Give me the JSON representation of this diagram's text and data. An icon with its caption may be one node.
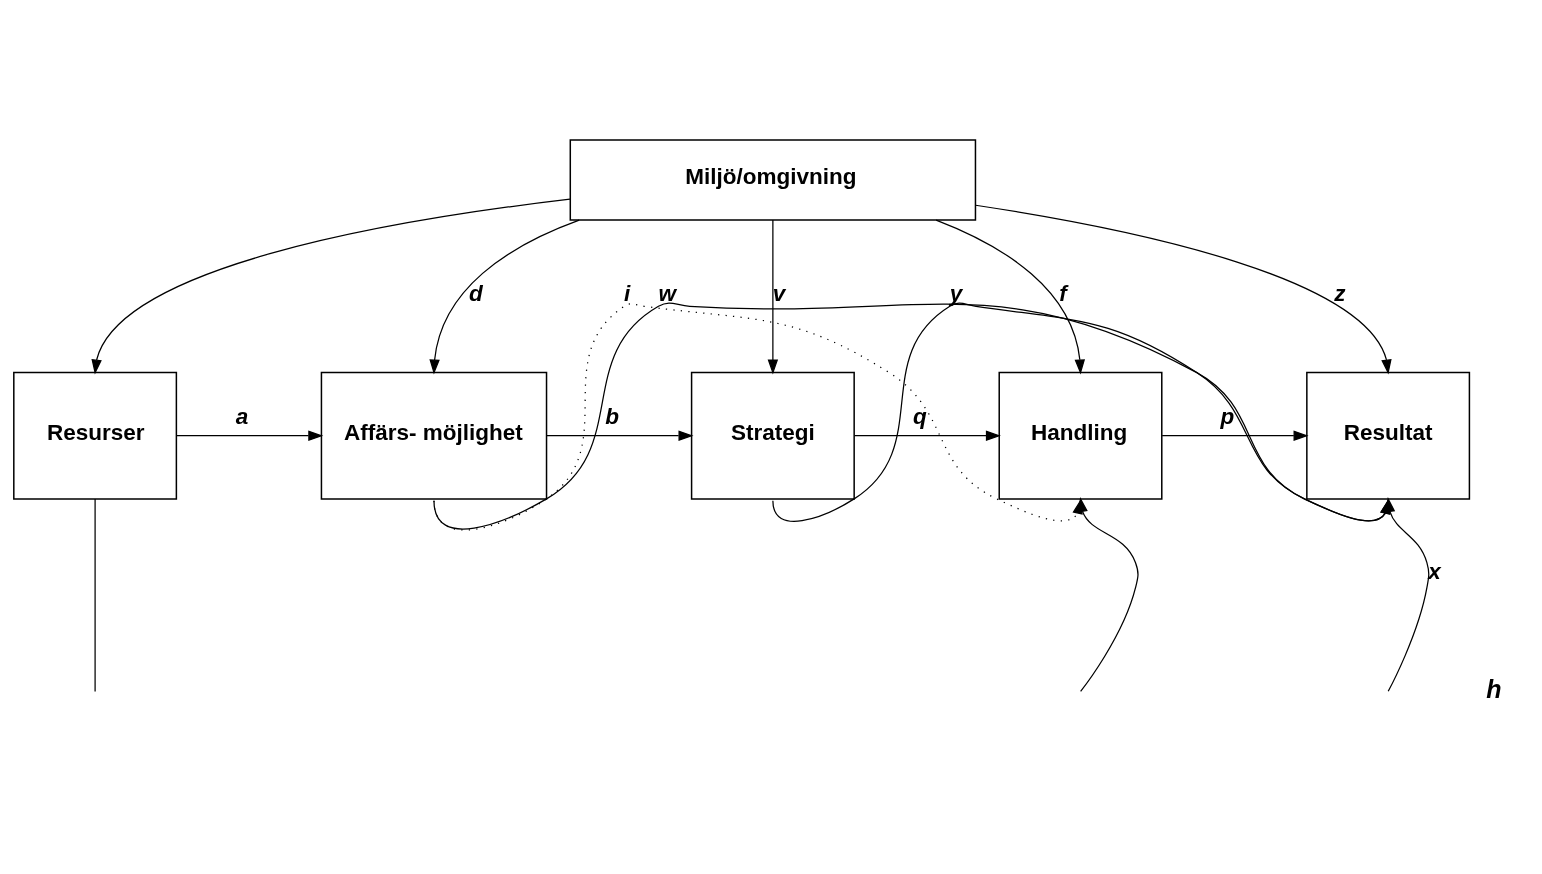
{
  "diagram": {
    "nodes": [
      {
        "text": [
          "Miljö/omgivning"
        ]
      },
      {
        "text": [
          "Resurser"
        ]
      },
      {
        "text": [
          "Affärs- möjlighet"
        ]
      },
      {
        "text": [
          "Strategi"
        ]
      },
      {
        "text": [
          "Handling"
        ]
      },
      {
        "text": [
          "Resultat"
        ]
      }
    ],
    "edges": [
      {
        "from": 0,
        "to": 1,
        "arrow": "to"
      },
      {
        "from": 0,
        "to": 2,
        "arrow": "to",
        "label": "d"
      },
      {
        "from": 0,
        "to": 3,
        "arrow": "to",
        "label": "v"
      },
      {
        "from": 0,
        "to": 4,
        "arrow": "to",
        "label": "f"
      },
      {
        "from": 0,
        "to": 5,
        "arrow": "to",
        "label": "z"
      },
      {
        "from": 1,
        "to": 2,
        "arrow": "to",
        "label": "a"
      },
      {
        "from": 2,
        "to": 3,
        "arrow": "to",
        "label": "b"
      },
      {
        "from": 3,
        "to": 4,
        "arrow": "to",
        "label": "q"
      },
      {
        "from": 4,
        "to": 5,
        "arrow": "to",
        "label": "p"
      },
      {
        "from": 2,
        "to": 4,
        "arrow": "to",
        "label": "i",
        "style": "dashed"
      },
      {
        "from": 2,
        "to": 5,
        "arrow": "to",
        "label": "w"
      },
      {
        "from": 3,
        "to": 5,
        "arrow": "to",
        "label": "y"
      },
      {
        "from": 1,
        "to": null,
        "arrow": "none"
      },
      {
        "from": null,
        "to": 4,
        "arrow": "to"
      },
      {
        "from": null,
        "to": 5,
        "arrow": "to",
        "label": "x"
      }
    ],
    "labels": [
      "h"
    ]
  }
}
